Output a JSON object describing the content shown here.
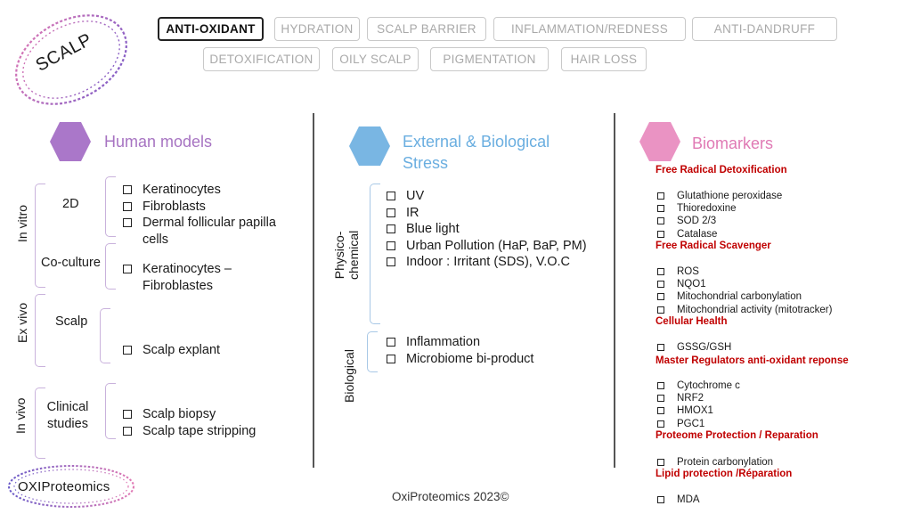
{
  "logo": {
    "text": "SCALP"
  },
  "tabs": [
    {
      "label": "ANTI-OXIDANT"
    },
    {
      "label": "HYDRATION"
    },
    {
      "label": "SCALP BARRIER"
    },
    {
      "label": "INFLAMMATION/REDNESS"
    },
    {
      "label": "ANTI-DANDRUFF"
    },
    {
      "label": "DETOXIFICATION"
    },
    {
      "label": "OILY SCALP"
    },
    {
      "label": "PIGMENTATION"
    },
    {
      "label": "HAIR LOSS"
    }
  ],
  "colors": {
    "human_models": "#a774c2",
    "human_models_hex": "#9b5fc0",
    "external_stress": "#6aaee0",
    "external_stress_hex": "#6aaee0",
    "biomarkers": "#e079b4",
    "biomarkers_hex": "#e887bd",
    "biomarker_heading": "#c00000"
  },
  "human_models": {
    "title": "Human models",
    "in_vitro": {
      "label": "In vitro",
      "two_d": {
        "label": "2D",
        "items": [
          "Keratinocytes",
          "Fibroblasts",
          "Dermal follicular papilla",
          "cells"
        ]
      },
      "coculture": {
        "label": "Co-culture",
        "items": [
          "Keratinocytes –",
          "Fibroblastes"
        ]
      }
    },
    "ex_vivo": {
      "label": "Ex vivo",
      "scalp": {
        "label": "Scalp",
        "items": [
          "Scalp explant"
        ]
      }
    },
    "in_vivo": {
      "label": "In vivo",
      "clinical": {
        "label_line1": "Clinical",
        "label_line2": "studies",
        "items": [
          "Scalp biopsy",
          "Scalp tape stripping"
        ]
      }
    }
  },
  "external_stress": {
    "title_line1": "External & Biological",
    "title_line2": "Stress",
    "physico": {
      "label_line1": "Physico-",
      "label_line2": "chemical",
      "items": [
        "UV",
        "IR",
        "Blue light",
        "Urban Pollution (HaP, BaP, PM)",
        "Indoor : Irritant (SDS), V.O.C"
      ]
    },
    "biological": {
      "label": "Biological",
      "items": [
        "Inflammation",
        "Microbiome bi-product"
      ]
    }
  },
  "biomarkers": {
    "title": "Biomarkers",
    "groups": [
      {
        "heading": "Free Radical Detoxification",
        "items": [
          "Glutathione peroxidase",
          "Thioredoxine",
          "SOD 2/3",
          "Catalase"
        ]
      },
      {
        "heading": "Free Radical Scavenger",
        "items": [
          "ROS",
          "NQO1",
          "Mitochondrial carbonylation",
          "Mitochondrial activity (mitotracker)"
        ]
      },
      {
        "heading": "Cellular Health",
        "items": [
          "GSSG/GSH"
        ]
      },
      {
        "heading": "Master Regulators anti-oxidant reponse",
        "items": [
          "Cytochrome c",
          "NRF2",
          "HMOX1",
          "PGC1"
        ]
      },
      {
        "heading": "Proteome Protection / Reparation",
        "items": [
          "Protein carbonylation"
        ]
      },
      {
        "heading": "Lipid protection /Réparation",
        "items": [
          "MDA"
        ]
      }
    ]
  },
  "footer": {
    "copyright": "OxiProteomics 2023©",
    "brand": "OXIProteomics"
  }
}
